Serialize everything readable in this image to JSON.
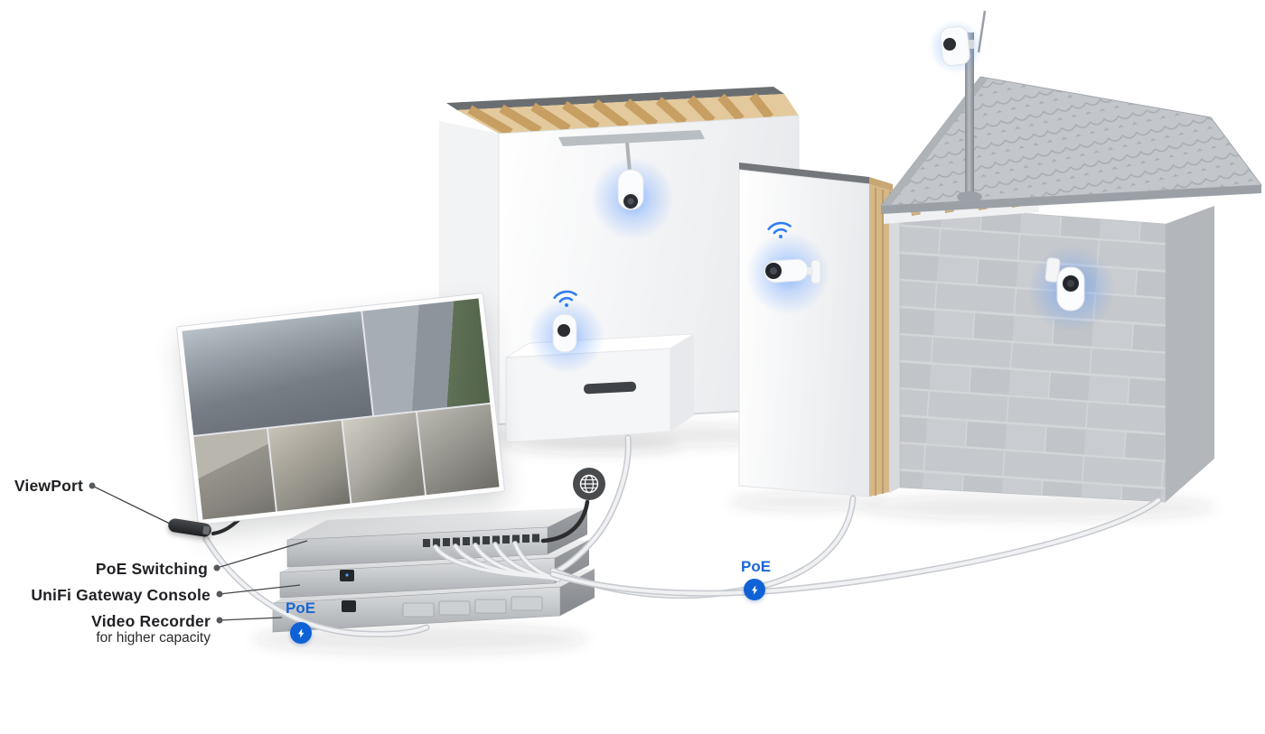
{
  "labels": {
    "viewport": "ViewPort",
    "poe_switching": "PoE Switching",
    "unifi_gateway_console": "UniFi Gateway Console",
    "video_recorder": "Video Recorder",
    "video_recorder_subtitle": "for higher capacity",
    "poe_left": "PoE",
    "poe_right": "PoE"
  },
  "icons": {
    "globe": "globe-icon",
    "wifi": "wifi-icon",
    "lightning_bolt": "lightning-bolt-icon"
  },
  "colors": {
    "poe_text_blue": "#1b66d1",
    "poe_badge_blue": "#0f62d6",
    "camera_glow_blue": "#5f9bff",
    "cable_black": "#2b2c2e",
    "cable_white": "#f0f1f3",
    "label_text": "#202124",
    "wall_white": "#f4f5f7",
    "roof_gray": "#c3c7cc",
    "wood_tan": "#d4b385"
  }
}
